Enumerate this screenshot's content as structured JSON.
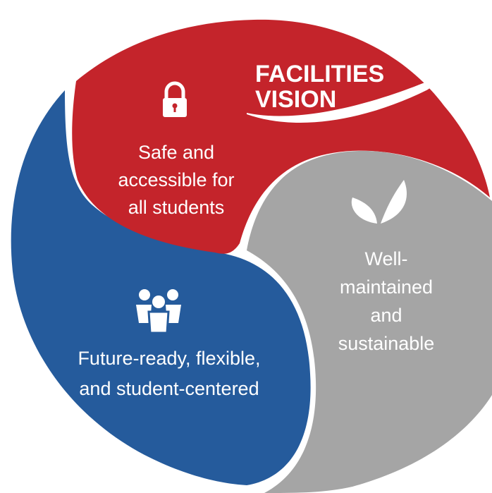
{
  "title": {
    "line1": "FACILITIES",
    "line2": "VISION"
  },
  "segments": [
    {
      "id": "safe",
      "icon": "lock-icon",
      "color": "#c4242b",
      "lines": [
        "Safe and",
        "accessible for",
        "all students"
      ]
    },
    {
      "id": "maintained",
      "icon": "leaf-icon",
      "color": "#a5a5a5",
      "lines": [
        "Well-",
        "maintained",
        "and",
        "sustainable"
      ]
    },
    {
      "id": "future",
      "icon": "people-icon",
      "color": "#255b9c",
      "lines": [
        "Future-ready, flexible,",
        "and student-centered"
      ]
    }
  ]
}
